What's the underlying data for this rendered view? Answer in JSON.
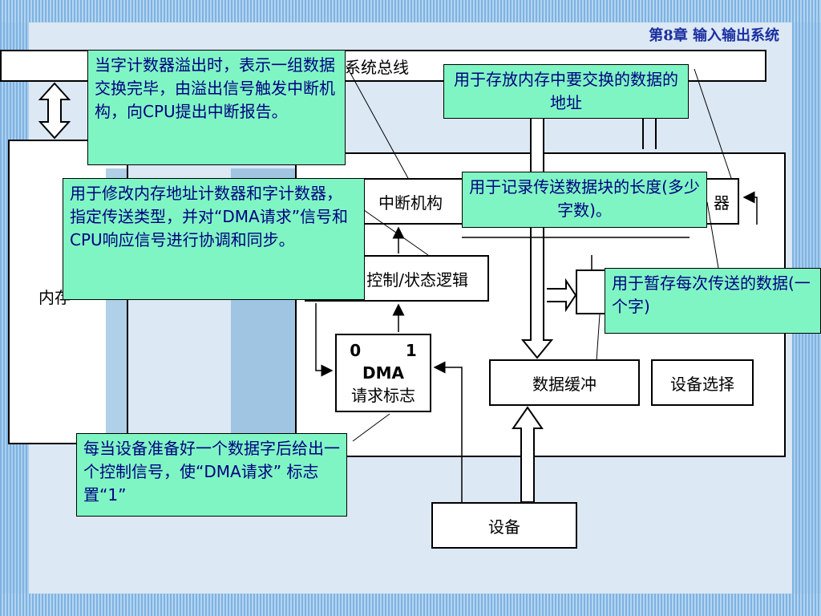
{
  "header": {
    "title": "第8章 输入输出系统"
  },
  "diagram": {
    "system_bus": "系统总线",
    "memory_label": "内存",
    "interrupt_mechanism": "中断机构",
    "control_status_logic": "控制/状态逻辑",
    "register_fragment": "器",
    "dma_flag": {
      "bits": "0        1",
      "name": "DMA",
      "desc": "请求标志"
    },
    "data_buffer": "数据缓冲",
    "device_select": "设备选择",
    "device": "设备"
  },
  "notes": {
    "overflow": "当字计数器溢出时，表示一组数据交换完毕，由溢出信号触发中断机构，向CPU提出中断报告。",
    "address_store": "用于存放内存中要交换的数据的地址",
    "control_logic": "用于修改内存地址计数器和字计数器，指定传送类型，并对“DMA请求”信号和CPU响应信号进行协调和同步。",
    "block_length": "用于记录传送数据块的长度(多少字数)。",
    "data_temp": "用于暂存每次传送的数据(一个字)",
    "dma_request": "每当设备准备好一个数据字后给出一个控制信号，使“DMA请求” 标志置“1”"
  }
}
